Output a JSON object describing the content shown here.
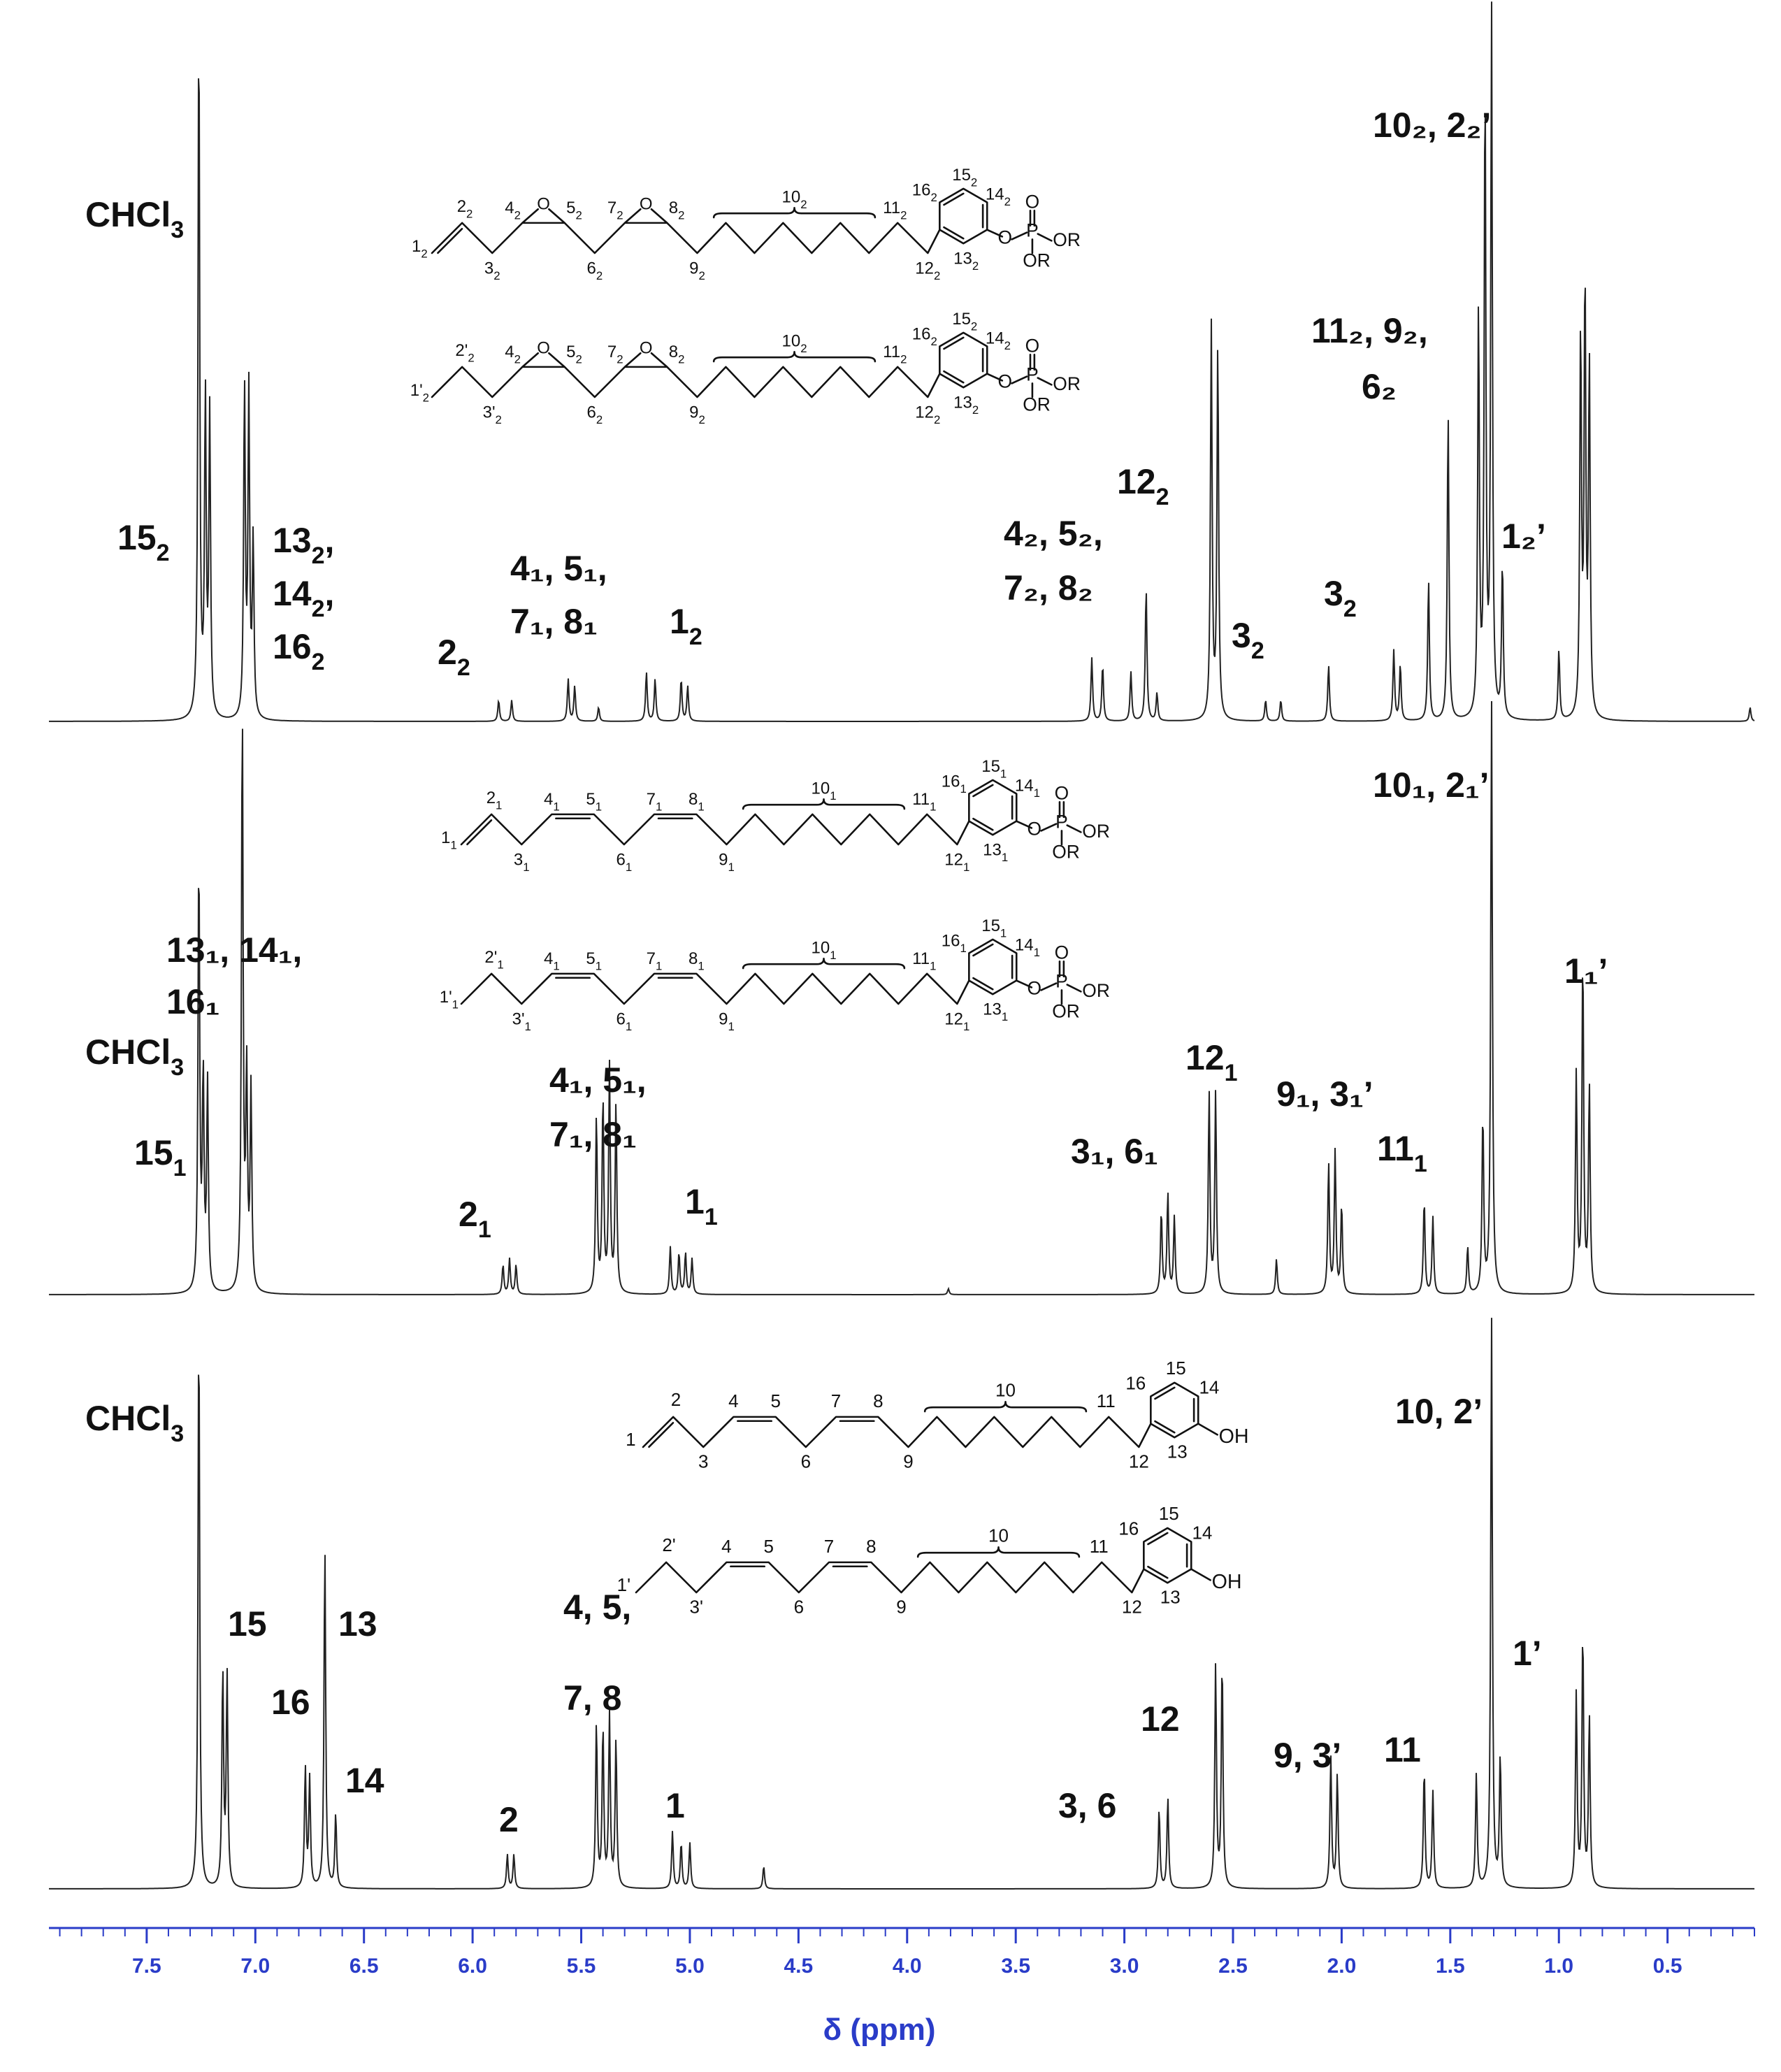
{
  "chart_data": {
    "type": "line",
    "xlabel": "δ (ppm)",
    "xlim": [
      7.95,
      0.1
    ],
    "x_reversed": true,
    "xticks": [
      "7.5",
      "7.0",
      "6.5",
      "6.0",
      "5.5",
      "5.0",
      "4.5",
      "4.0",
      "3.5",
      "3.0",
      "2.5",
      "2.0",
      "1.5",
      "1.0",
      "0.5"
    ],
    "colors": {
      "trace": "#222222",
      "axis": "#2a3cc8",
      "labels": "#111111"
    },
    "spectra": [
      {
        "peaks": [
          {
            "ppm": 7.26,
            "h": 1.0
          },
          {
            "ppm": 7.23,
            "h": 0.45
          },
          {
            "ppm": 7.21,
            "h": 0.43
          },
          {
            "ppm": 7.05,
            "h": 0.47
          },
          {
            "ppm": 7.03,
            "h": 0.46
          },
          {
            "ppm": 7.01,
            "h": 0.25
          },
          {
            "ppm": 5.88,
            "h": 0.03
          },
          {
            "ppm": 5.82,
            "h": 0.03
          },
          {
            "ppm": 5.56,
            "h": 0.06
          },
          {
            "ppm": 5.53,
            "h": 0.05
          },
          {
            "ppm": 5.42,
            "h": 0.02
          },
          {
            "ppm": 5.2,
            "h": 0.07
          },
          {
            "ppm": 5.16,
            "h": 0.06
          },
          {
            "ppm": 5.04,
            "h": 0.06
          },
          {
            "ppm": 5.01,
            "h": 0.05
          },
          {
            "ppm": 3.15,
            "h": 0.09
          },
          {
            "ppm": 3.1,
            "h": 0.08
          },
          {
            "ppm": 2.97,
            "h": 0.07
          },
          {
            "ppm": 2.9,
            "h": 0.19
          },
          {
            "ppm": 2.85,
            "h": 0.04
          },
          {
            "ppm": 2.6,
            "h": 0.56
          },
          {
            "ppm": 2.57,
            "h": 0.53
          },
          {
            "ppm": 2.35,
            "h": 0.03
          },
          {
            "ppm": 2.28,
            "h": 0.03
          },
          {
            "ppm": 2.06,
            "h": 0.08
          },
          {
            "ppm": 1.76,
            "h": 0.1
          },
          {
            "ppm": 1.73,
            "h": 0.08
          },
          {
            "ppm": 1.6,
            "h": 0.2
          },
          {
            "ppm": 1.51,
            "h": 0.44
          },
          {
            "ppm": 1.37,
            "h": 0.58
          },
          {
            "ppm": 1.34,
            "h": 0.9
          },
          {
            "ppm": 1.31,
            "h": 1.0
          },
          {
            "ppm": 1.26,
            "h": 0.22
          },
          {
            "ppm": 1.0,
            "h": 0.1
          },
          {
            "ppm": 0.9,
            "h": 0.55
          },
          {
            "ppm": 0.88,
            "h": 0.62
          },
          {
            "ppm": 0.86,
            "h": 0.5
          },
          {
            "ppm": 0.12,
            "h": 0.02
          }
        ]
      },
      {
        "peaks": [
          {
            "ppm": 7.26,
            "h": 0.74
          },
          {
            "ppm": 7.24,
            "h": 0.36
          },
          {
            "ppm": 7.22,
            "h": 0.35
          },
          {
            "ppm": 7.06,
            "h": 0.99
          },
          {
            "ppm": 7.04,
            "h": 0.36
          },
          {
            "ppm": 7.02,
            "h": 0.34
          },
          {
            "ppm": 5.86,
            "h": 0.05
          },
          {
            "ppm": 5.83,
            "h": 0.06
          },
          {
            "ppm": 5.8,
            "h": 0.05
          },
          {
            "ppm": 5.43,
            "h": 0.3
          },
          {
            "ppm": 5.4,
            "h": 0.33
          },
          {
            "ppm": 5.37,
            "h": 0.38
          },
          {
            "ppm": 5.34,
            "h": 0.32
          },
          {
            "ppm": 5.09,
            "h": 0.08
          },
          {
            "ppm": 5.05,
            "h": 0.07
          },
          {
            "ppm": 5.02,
            "h": 0.07
          },
          {
            "ppm": 4.99,
            "h": 0.06
          },
          {
            "ppm": 3.81,
            "h": 0.01
          },
          {
            "ppm": 2.83,
            "h": 0.14
          },
          {
            "ppm": 2.8,
            "h": 0.17
          },
          {
            "ppm": 2.77,
            "h": 0.13
          },
          {
            "ppm": 2.61,
            "h": 0.34
          },
          {
            "ppm": 2.58,
            "h": 0.34
          },
          {
            "ppm": 2.3,
            "h": 0.06
          },
          {
            "ppm": 2.06,
            "h": 0.22
          },
          {
            "ppm": 2.03,
            "h": 0.24
          },
          {
            "ppm": 2.0,
            "h": 0.15
          },
          {
            "ppm": 1.62,
            "h": 0.16
          },
          {
            "ppm": 1.58,
            "h": 0.13
          },
          {
            "ppm": 1.42,
            "h": 0.08
          },
          {
            "ppm": 1.35,
            "h": 0.3
          },
          {
            "ppm": 1.31,
            "h": 1.0
          },
          {
            "ppm": 0.92,
            "h": 0.37
          },
          {
            "ppm": 0.89,
            "h": 0.57
          },
          {
            "ppm": 0.86,
            "h": 0.35
          }
        ]
      },
      {
        "peaks": [
          {
            "ppm": 7.26,
            "h": 1.0
          },
          {
            "ppm": 7.15,
            "h": 0.38
          },
          {
            "ppm": 7.13,
            "h": 0.37
          },
          {
            "ppm": 6.77,
            "h": 0.21
          },
          {
            "ppm": 6.75,
            "h": 0.19
          },
          {
            "ppm": 6.68,
            "h": 0.6
          },
          {
            "ppm": 6.63,
            "h": 0.13
          },
          {
            "ppm": 5.84,
            "h": 0.06
          },
          {
            "ppm": 5.81,
            "h": 0.06
          },
          {
            "ppm": 5.43,
            "h": 0.29
          },
          {
            "ppm": 5.4,
            "h": 0.28
          },
          {
            "ppm": 5.37,
            "h": 0.3
          },
          {
            "ppm": 5.34,
            "h": 0.26
          },
          {
            "ppm": 5.08,
            "h": 0.1
          },
          {
            "ppm": 5.04,
            "h": 0.08
          },
          {
            "ppm": 5.0,
            "h": 0.08
          },
          {
            "ppm": 4.66,
            "h": 0.04
          },
          {
            "ppm": 2.84,
            "h": 0.14
          },
          {
            "ppm": 2.8,
            "h": 0.16
          },
          {
            "ppm": 2.58,
            "h": 0.39
          },
          {
            "ppm": 2.55,
            "h": 0.4
          },
          {
            "ppm": 2.05,
            "h": 0.23
          },
          {
            "ppm": 2.02,
            "h": 0.2
          },
          {
            "ppm": 1.62,
            "h": 0.21
          },
          {
            "ppm": 1.58,
            "h": 0.17
          },
          {
            "ppm": 1.38,
            "h": 0.2
          },
          {
            "ppm": 1.31,
            "h": 1.0
          },
          {
            "ppm": 1.27,
            "h": 0.23
          },
          {
            "ppm": 0.92,
            "h": 0.34
          },
          {
            "ppm": 0.89,
            "h": 0.45
          },
          {
            "ppm": 0.86,
            "h": 0.3
          }
        ]
      }
    ],
    "annotations": {
      "top": {
        "chcl3": "CHCl3",
        "a": {
          "n": "15",
          "s": "2"
        },
        "b1": {
          "n": "13",
          "s": "2",
          "tail": ","
        },
        "b2": {
          "n": "14",
          "s": "2",
          "tail": ","
        },
        "b3": {
          "n": "16",
          "s": "2"
        },
        "c": {
          "n": "2",
          "s": "2"
        },
        "d1": "4₁, 5₁,",
        "d2": "7₁, 8₁",
        "e": {
          "n": "1",
          "s": "2"
        },
        "f1": "4₂, 5₂,",
        "f2": "7₂, 8₂",
        "g": {
          "n": "12",
          "s": "2"
        },
        "h": {
          "n": "3",
          "s": "2"
        },
        "i": {
          "n": "3",
          "s": "2"
        },
        "j1": "11₂, 9₂,",
        "j2": "6₂",
        "k": "10₂, 2₂’",
        "l": "1₂’"
      },
      "middle": {
        "chcl3": "CHCl3",
        "a1": "13₁, 14₁,",
        "a2": "16₁",
        "b": {
          "n": "15",
          "s": "1"
        },
        "c": {
          "n": "2",
          "s": "1"
        },
        "d1": "4₁, 5₁,",
        "d2": "7₁, 8₁",
        "e": {
          "n": "1",
          "s": "1"
        },
        "f": "3₁, 6₁",
        "g": {
          "n": "12",
          "s": "1"
        },
        "h": "9₁, 3₁’",
        "i": {
          "n": "11",
          "s": "1"
        },
        "k": "10₁, 2₁’",
        "l": "1₁’"
      },
      "bottom": {
        "chcl3": "CHCl3",
        "a": "15",
        "b": "16",
        "c": "13",
        "d": "14",
        "e1": "4, 5,",
        "e2": "7, 8",
        "f": "2",
        "g": "1",
        "h": "3, 6",
        "i": "12",
        "j": "9, 3’",
        "k": "11",
        "l": "10, 2’",
        "m": "1’"
      }
    },
    "structure_text": {
      "one": "1",
      "two": "2",
      "three": "3",
      "four": "4",
      "five": "5",
      "six": "6",
      "seven": "7",
      "eight": "8",
      "nine": "9",
      "ten": "10",
      "eleven": "11",
      "twelve": "12",
      "thirteen": "13",
      "fourteen": "14",
      "fifteen": "15",
      "sixteen": "16",
      "one_p": "1'",
      "two_p": "2'",
      "three_p": "3'",
      "oh": "OH",
      "o": "O",
      "p": "P",
      "or": "OR",
      "r": "R"
    }
  }
}
